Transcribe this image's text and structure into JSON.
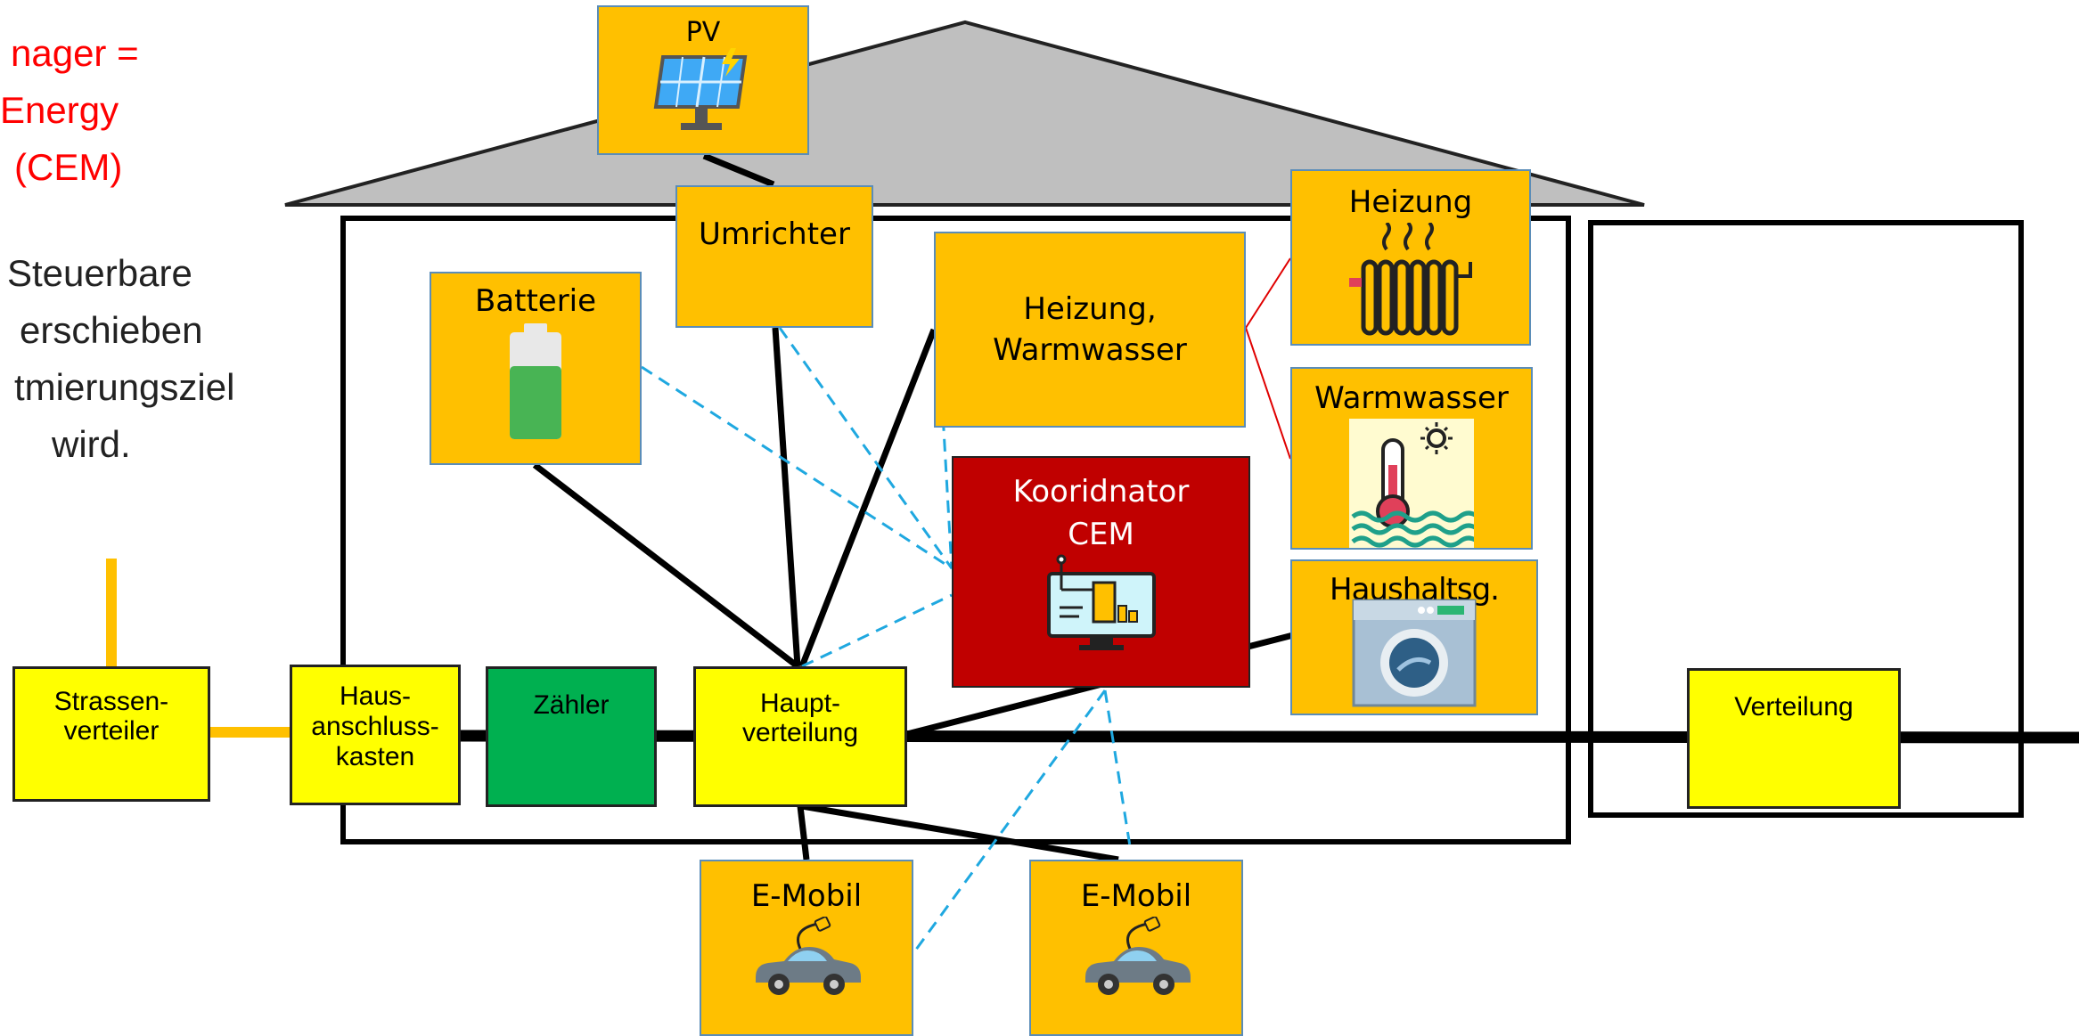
{
  "annotation": {
    "red_lines": [
      "nager =",
      "Energy",
      "(CEM)"
    ],
    "black_lines": [
      "Steuerbare",
      "erschieben",
      "tmierungsziel",
      "wird."
    ]
  },
  "nodes": {
    "pv": "PV",
    "umrichter": "Umrichter",
    "batterie": "Batterie",
    "heizung_warmwasser": [
      "Heizung,",
      "Warmwasser"
    ],
    "heizung": "Heizung",
    "warmwasser": "Warmwasser",
    "koordinator": [
      "Kooridnator",
      "CEM"
    ],
    "haushaltsg": "Haushaltsg.",
    "strassenverteiler": [
      "Strassen-",
      "verteiler"
    ],
    "hausanschlusskasten": [
      "Haus-",
      "anschluss-",
      "kasten"
    ],
    "zaehler": "Zähler",
    "hauptverteilung": [
      "Haupt-",
      "verteilung"
    ],
    "verteilung": "Verteilung",
    "emobil_1": "E-Mobil",
    "emobil_2": "E-Mobil"
  },
  "colors": {
    "device_fill": "#FFC000",
    "coordinator_fill": "#C00000",
    "grid_fill": "#FFFF00",
    "meter_fill": "#00B050",
    "roof_fill": "#BFBFBF",
    "power_line": "#000000",
    "comm_line": "#1FA8E0",
    "supply_line": "#FFC000",
    "annotation_red": "#FF0000"
  },
  "icons": [
    "solar-panel-icon",
    "battery-icon",
    "radiator-icon",
    "thermometer-water-icon",
    "monitor-control-icon",
    "washing-machine-icon",
    "electric-car-icon"
  ]
}
